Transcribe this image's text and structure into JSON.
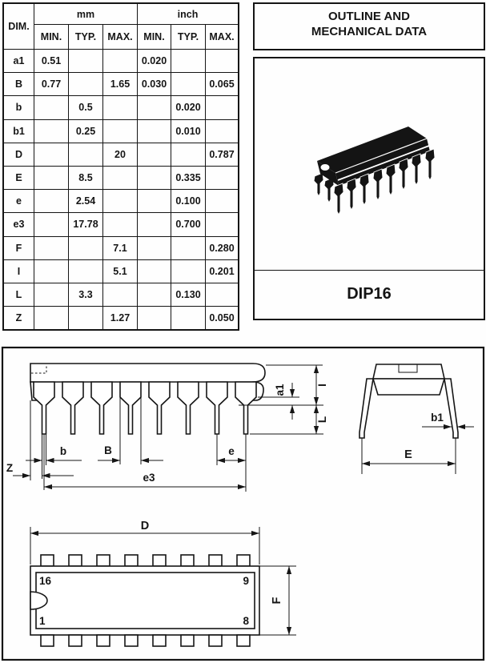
{
  "table": {
    "dim_header": "DIM.",
    "mm_label": "mm",
    "inch_label": "inch",
    "sub_headers": [
      "MIN.",
      "TYP.",
      "MAX.",
      "MIN.",
      "TYP.",
      "MAX."
    ],
    "rows": [
      {
        "dim": "a1",
        "mm_min": "0.51",
        "mm_typ": "",
        "mm_max": "",
        "in_min": "0.020",
        "in_typ": "",
        "in_max": ""
      },
      {
        "dim": "B",
        "mm_min": "0.77",
        "mm_typ": "",
        "mm_max": "1.65",
        "in_min": "0.030",
        "in_typ": "",
        "in_max": "0.065"
      },
      {
        "dim": "b",
        "mm_min": "",
        "mm_typ": "0.5",
        "mm_max": "",
        "in_min": "",
        "in_typ": "0.020",
        "in_max": ""
      },
      {
        "dim": "b1",
        "mm_min": "",
        "mm_typ": "0.25",
        "mm_max": "",
        "in_min": "",
        "in_typ": "0.010",
        "in_max": ""
      },
      {
        "dim": "D",
        "mm_min": "",
        "mm_typ": "",
        "mm_max": "20",
        "in_min": "",
        "in_typ": "",
        "in_max": "0.787"
      },
      {
        "dim": "E",
        "mm_min": "",
        "mm_typ": "8.5",
        "mm_max": "",
        "in_min": "",
        "in_typ": "0.335",
        "in_max": ""
      },
      {
        "dim": "e",
        "mm_min": "",
        "mm_typ": "2.54",
        "mm_max": "",
        "in_min": "",
        "in_typ": "0.100",
        "in_max": ""
      },
      {
        "dim": "e3",
        "mm_min": "",
        "mm_typ": "17.78",
        "mm_max": "",
        "in_min": "",
        "in_typ": "0.700",
        "in_max": ""
      },
      {
        "dim": "F",
        "mm_min": "",
        "mm_typ": "",
        "mm_max": "7.1",
        "in_min": "",
        "in_typ": "",
        "in_max": "0.280"
      },
      {
        "dim": "I",
        "mm_min": "",
        "mm_typ": "",
        "mm_max": "5.1",
        "in_min": "",
        "in_typ": "",
        "in_max": "0.201"
      },
      {
        "dim": "L",
        "mm_min": "",
        "mm_typ": "3.3",
        "mm_max": "",
        "in_min": "",
        "in_typ": "0.130",
        "in_max": ""
      },
      {
        "dim": "Z",
        "mm_min": "",
        "mm_typ": "",
        "mm_max": "1.27",
        "in_min": "",
        "in_typ": "",
        "in_max": "0.050"
      }
    ]
  },
  "title_box": {
    "line1": "OUTLINE AND",
    "line2": "MECHANICAL DATA"
  },
  "package": {
    "name": "DIP16"
  },
  "drawings": {
    "side_view": {
      "labels": {
        "z": "Z",
        "b_small": "b",
        "b_cap": "B",
        "e3": "e3",
        "e": "e",
        "a1": "a1",
        "i_cap": "I",
        "l_cap": "L"
      }
    },
    "end_view": {
      "labels": {
        "b1": "b1",
        "e_cap": "E"
      }
    },
    "top_view": {
      "labels": {
        "d_cap": "D",
        "f_cap": "F"
      },
      "pin_numbers": {
        "top_left": "16",
        "top_right": "9",
        "bottom_left": "1",
        "bottom_right": "8"
      }
    }
  }
}
